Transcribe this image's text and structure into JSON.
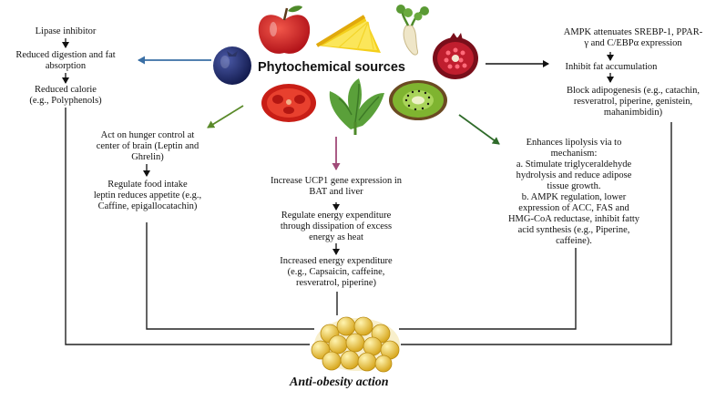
{
  "center": {
    "title": "Phytochemical sources"
  },
  "footer": {
    "label": "Anti-obesity action"
  },
  "left": {
    "l1": "Lipase inhibitor",
    "l2": "Reduced digestion and fat",
    "l3": "absorption",
    "l4": "Reduced calorie",
    "l5": "(e.g., Polyphenols)"
  },
  "hunger": {
    "l1": "Act on hunger control at",
    "l2": "center of brain (Leptin and",
    "l3": "Ghrelin)",
    "l4": "Regulate food intake",
    "l5": "leptin reduces appetite (e.g.,",
    "l6": "Caffine, epigallocatachin)"
  },
  "ucp": {
    "l1": "Increase UCP1 gene expression in",
    "l2": "BAT and liver",
    "l3": "Regulate energy expenditure",
    "l4": "through dissipation of excess",
    "l5": "energy as heat",
    "l6": "Increased energy expenditure",
    "l7": "(e.g.,  Capsaicin, caffeine,",
    "l8": "resveratrol, piperine)"
  },
  "ampk": {
    "l1": "AMPK attenuates SREBP-1, PPAR-",
    "l2": "γ and C/EBPα expression",
    "l3": "Inhibit fat accumulation",
    "l4": "Block adipogenesis (e.g., catachin,",
    "l5": "resveratrol, piperine, genistein,",
    "l6": "mahanimbidin)"
  },
  "lipolysis": {
    "l1": "Enhances lipolysis via to",
    "l2": "mechanism:",
    "l3": "a. Stimulate  triglyceraldehyde",
    "l4": "hydrolysis and reduce adipose",
    "l5": "tissue growth.",
    "l6": "b. AMPK regulation, lower",
    "l7": "expression of ACC, FAS and",
    "l8": "HMG-CoA reductase, inhibit fatty",
    "l9": "acid synthesis (e.g., Piperine,",
    "l10": "caffeine)."
  },
  "icons": [
    "apple-icon",
    "lemon-icon",
    "parsnip-icon",
    "blueberry-icon",
    "pomegranate-icon",
    "tomato-icon",
    "lettuce-icon",
    "kiwi-icon",
    "fat-cells-icon"
  ],
  "colors": {
    "blue_arrow": "#3a6fa5",
    "green_arrow": "#5a8a2a",
    "purple_arrow": "#a04a78",
    "dark_green_arrow": "#2f6b2a",
    "black": "#111111"
  }
}
